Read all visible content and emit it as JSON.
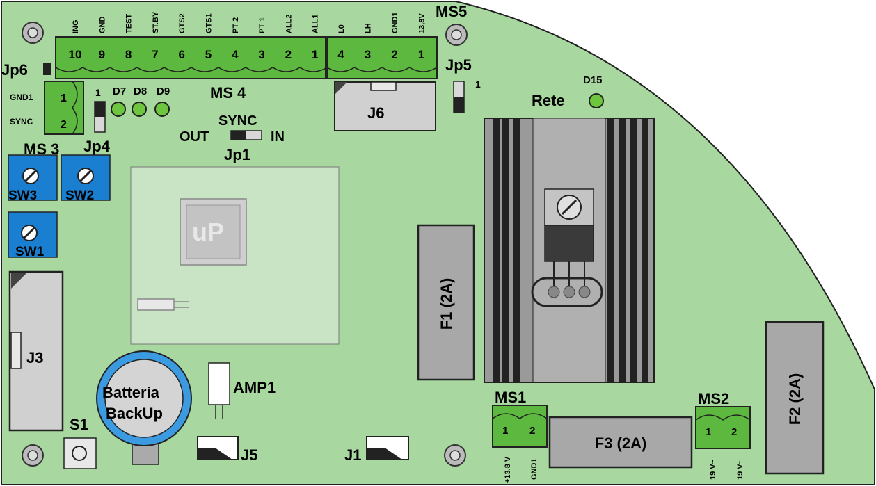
{
  "connectors": {
    "ms4": {
      "label": "MS 4",
      "pins": [
        {
          "name": "ING",
          "num": "10"
        },
        {
          "name": "GND",
          "num": "9"
        },
        {
          "name": "TEST",
          "num": "8"
        },
        {
          "name": "ST.BY",
          "num": "7"
        },
        {
          "name": "GTS2",
          "num": "6"
        },
        {
          "name": "GTS1",
          "num": "5"
        },
        {
          "name": "PT 2",
          "num": "4"
        },
        {
          "name": "PT 1",
          "num": "3"
        },
        {
          "name": "ALL2",
          "num": "2"
        },
        {
          "name": "ALL1",
          "num": "1"
        }
      ]
    },
    "ms5": {
      "label": "MS5",
      "pins": [
        {
          "name": "L0",
          "num": "4"
        },
        {
          "name": "LH",
          "num": "3"
        },
        {
          "name": "GND1",
          "num": "2"
        },
        {
          "name": "13,8V",
          "num": "1"
        }
      ]
    },
    "ms3": {
      "label": "MS 3",
      "pins": [
        {
          "name": "GND1",
          "num": "1"
        },
        {
          "name": "SYNC",
          "num": "2"
        }
      ]
    },
    "ms1": {
      "label": "MS1",
      "pins": [
        {
          "name": "+13.8 V",
          "num": "1"
        },
        {
          "name": "GND1",
          "num": "2"
        }
      ]
    },
    "ms2": {
      "label": "MS2",
      "pins": [
        {
          "name": "19 V~",
          "num": "1"
        },
        {
          "name": "19 V~",
          "num": "2"
        }
      ]
    }
  },
  "jumpers": {
    "jp6": "Jp6",
    "jp5": "Jp5",
    "jp5_pin": "1",
    "jp4": "Jp4",
    "jp4_pin": "1",
    "jp1": "Jp1",
    "jp1_title": "SYNC",
    "jp1_out": "OUT",
    "jp1_in": "IN"
  },
  "leds": {
    "d7": "D7",
    "d8": "D8",
    "d9": "D9",
    "d15": "D15",
    "rete": "Rete"
  },
  "switches": {
    "sw1": "SW1",
    "sw2": "SW2",
    "sw3": "SW3",
    "s1": "S1"
  },
  "headers": {
    "j1": "J1",
    "j3": "J3",
    "j5": "J5",
    "j6": "J6"
  },
  "fuses": {
    "f1": "F1 (2A)",
    "f2": "F2 (2A)",
    "f3": "F3 (2A)"
  },
  "parts": {
    "up": "uP",
    "amp1": "AMP1",
    "battery_line1": "Batteria",
    "battery_line2": "BackUp"
  },
  "colors": {
    "board": "#a8d8a0",
    "terminal": "#5cb83e",
    "trimmer": "#1a7fd0",
    "battery_ring": "#3b9ae0",
    "fuse": "#a8a8a8",
    "led": "#6ec63e",
    "heatsink": "#9a9a9a"
  }
}
